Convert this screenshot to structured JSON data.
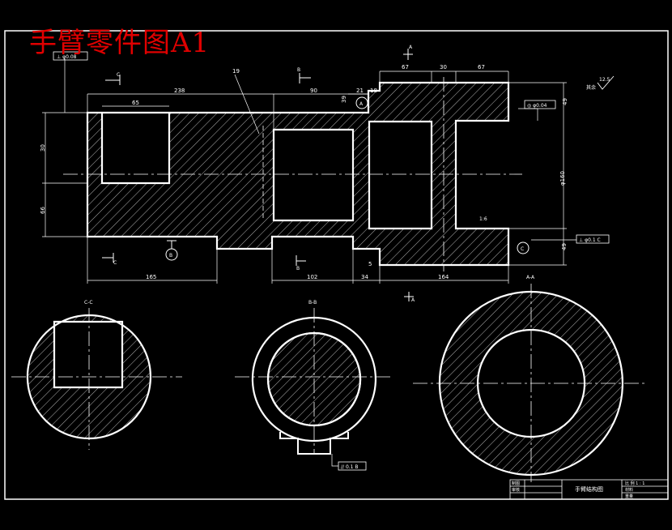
{
  "title": "手臂零件图A1",
  "colors": {
    "background": "#000000",
    "line": "#ffffff",
    "title": "#e00000",
    "centerline": "#ffffff"
  },
  "dims": {
    "d238": "238",
    "d65": "65",
    "d90": "90",
    "d21": "21",
    "d18": "18",
    "d39": "39",
    "d67a": "67",
    "d30": "30",
    "d67b": "67",
    "d49a": "49",
    "d49b": "49",
    "d30v": "30",
    "d66v": "66",
    "d165": "165",
    "d102": "102",
    "d34": "34",
    "d164": "164",
    "phi": "φ160",
    "d19": "19",
    "d5": "5"
  },
  "sections": {
    "a": "A",
    "b": "B",
    "c": "C",
    "aa": "A-A",
    "bb": "B-B",
    "cc": "C-C"
  },
  "tolerances": {
    "t1": "⊥ φ0.08",
    "t2": "◎ φ0.04",
    "t3": "⊥ φ0.1 C",
    "t4": "// 0.1 B"
  },
  "labels": {
    "a_circle": "A",
    "c_circle": "C",
    "b_circle": "B",
    "roughness": "12.5",
    "rest": "其余",
    "leader": "1:6"
  },
  "titleblock": {
    "name": "手臂结构图",
    "r1": "比 例  1 : 1",
    "r2": "材料",
    "r3": "重量",
    "c1": "制图",
    "c2": "审核"
  }
}
